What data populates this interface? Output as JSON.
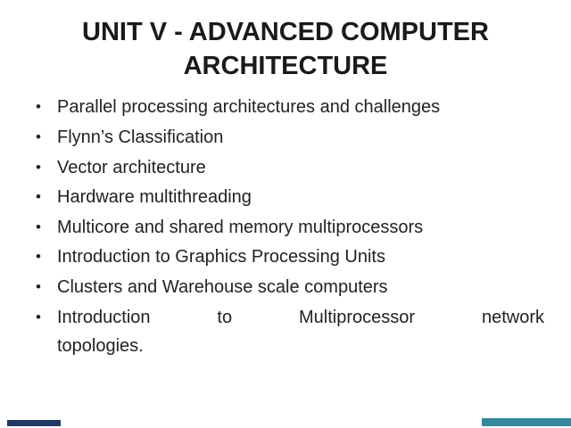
{
  "slide": {
    "title_lines": [
      "UNIT V - ADVANCED COMPUTER",
      "ARCHITECTURE"
    ],
    "bullets": [
      "Parallel processing architectures and challenges",
      "Flynn’s Classification",
      "Vector architecture",
      "Hardware multithreading",
      "Multicore and shared memory multiprocessors",
      "Introduction to Graphics Processing Units",
      "Clusters and Warehouse scale computers"
    ],
    "last_bullet": {
      "words": [
        "Introduction",
        "to",
        "Multiprocessor",
        "network"
      ],
      "second_line": "topologies."
    }
  },
  "glyphs": {
    "bullet": "•"
  },
  "colors": {
    "text": "#222222",
    "title_text": "#1A1A1A",
    "bottom_left_bar": "#203864",
    "bottom_right_bar": "#35889C"
  }
}
